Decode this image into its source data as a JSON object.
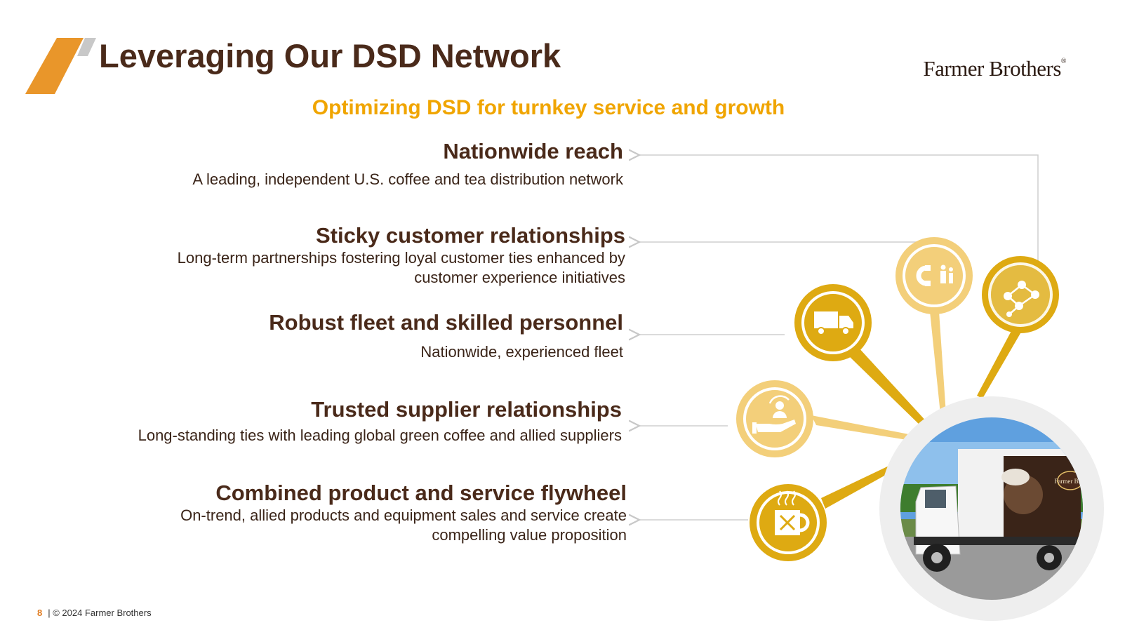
{
  "header": {
    "title": "Leveraging Our DSD Network",
    "logo_text": "Farmer Brothers",
    "logo_mark": "®"
  },
  "subtitle": "Optimizing DSD for turnkey service and growth",
  "items": [
    {
      "heading": "Nationwide reach",
      "desc": [
        "A leading, independent U.S. coffee and tea distribution network"
      ]
    },
    {
      "heading": "Sticky customer relationships",
      "desc": [
        "Long-term partnerships fostering loyal customer ties enhanced by",
        "customer experience initiatives"
      ]
    },
    {
      "heading": "Robust fleet and skilled personnel",
      "desc": [
        "Nationwide, experienced fleet"
      ]
    },
    {
      "heading": "Trusted supplier relationships",
      "desc": [
        "Long-standing ties with leading global green coffee and allied suppliers"
      ]
    },
    {
      "heading": "Combined product and service flywheel",
      "desc": [
        "On-trend, allied products and equipment sales and service create",
        "compelling value proposition"
      ]
    }
  ],
  "icons": [
    "network-icon",
    "magnet-customer-icon",
    "truck-icon",
    "hand-supplier-icon",
    "coffee-mug-tools-icon"
  ],
  "truck_text": "Farmer Bros",
  "footer": {
    "page": "8",
    "copyright": "| © 2024 Farmer Brothers"
  },
  "colors": {
    "brown": "#4a2a1a",
    "gold": "#f0a500",
    "pin_dark": "#deaa12",
    "pin_light": "#f3cf7a",
    "orange": "#e9962a"
  }
}
